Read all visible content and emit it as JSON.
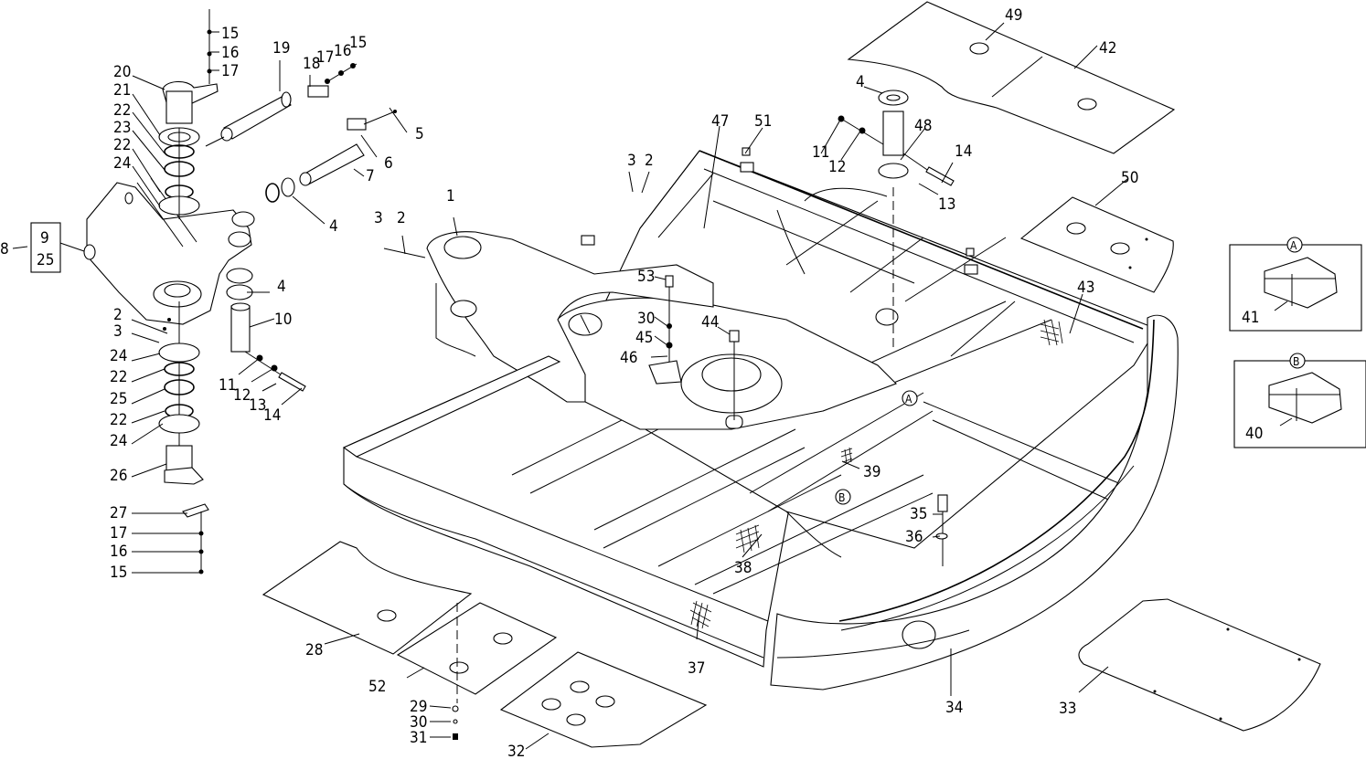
{
  "diagram": {
    "type": "exploded-parts-diagram",
    "subject": "excavator upper frame / swing bracket assembly",
    "callouts": {
      "c1": "1",
      "c2a": "2",
      "c3a": "3",
      "c2b": "2",
      "c3b": "3",
      "c2c": "2",
      "c3c": "3",
      "c4a": "4",
      "c4b": "4",
      "c4c": "4",
      "c5": "5",
      "c6": "6",
      "c7": "7",
      "c8": "8",
      "c9": "9",
      "c25box": "25",
      "c10": "10",
      "c11a": "11",
      "c12a": "12",
      "c13a": "13",
      "c14a": "14",
      "c11b": "11",
      "c12b": "12",
      "c13b": "13",
      "c14b": "14",
      "c15a": "15",
      "c16a": "16",
      "c17a": "17",
      "c15b": "15",
      "c16b": "16",
      "c17b": "17",
      "c18": "18",
      "c15c": "15",
      "c16c": "16",
      "c17c": "17",
      "c19": "19",
      "c20": "20",
      "c21": "21",
      "c22a": "22",
      "c23": "23",
      "c22b": "22",
      "c24a": "24",
      "c24b": "24",
      "c22c": "22",
      "c25": "25",
      "c22d": "22",
      "c24c": "24",
      "c26": "26",
      "c27": "27",
      "c28": "28",
      "c29": "29",
      "c30a": "30",
      "c31": "31",
      "c32": "32",
      "c33": "33",
      "c34": "34",
      "c35": "35",
      "c36": "36",
      "c37": "37",
      "c38": "38",
      "c39": "39",
      "c40": "40",
      "c41": "41",
      "c42": "42",
      "c43": "43",
      "c44": "44",
      "c45": "45",
      "c46": "46",
      "c47": "47",
      "c48": "48",
      "c49": "49",
      "c50": "50",
      "c51": "51",
      "c52": "52",
      "c53": "53",
      "c30b": "30"
    },
    "detail_markers": {
      "detail_a": "A",
      "detail_b": "B"
    }
  }
}
